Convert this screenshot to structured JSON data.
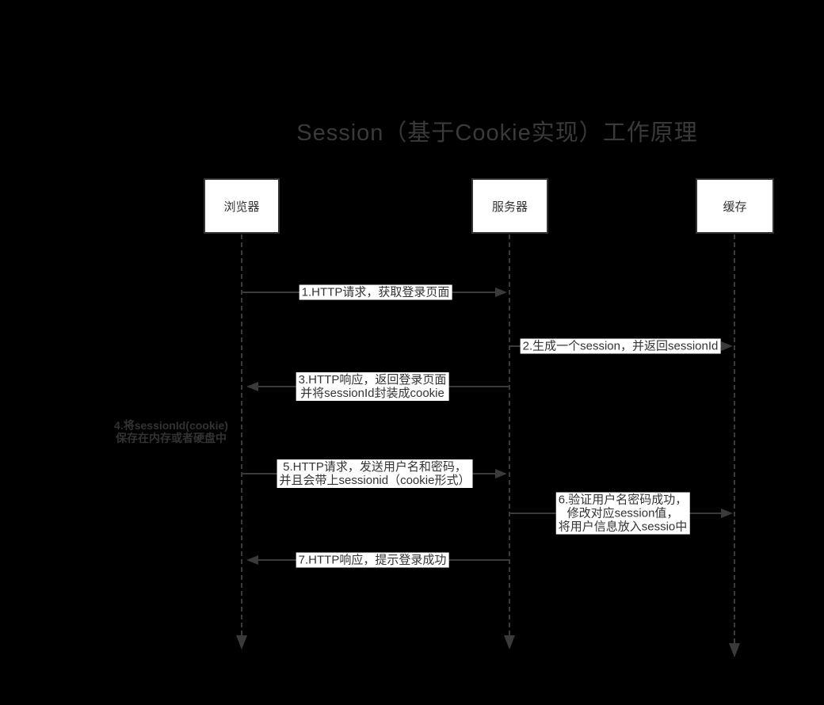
{
  "title": "Session（基于Cookie实现）工作原理",
  "actors": [
    {
      "id": "browser",
      "label": "浏览器"
    },
    {
      "id": "server",
      "label": "服务器"
    },
    {
      "id": "cache",
      "label": "缓存"
    }
  ],
  "messages": [
    {
      "seq": 1,
      "type": "message",
      "from": "browser",
      "to": "server",
      "lines": [
        "1.HTTP请求，获取登录页面"
      ]
    },
    {
      "seq": 2,
      "type": "message",
      "from": "server",
      "to": "cache",
      "lines": [
        "2.生成一个session，并返回sessionId"
      ]
    },
    {
      "seq": 3,
      "type": "message",
      "from": "server",
      "to": "browser",
      "lines": [
        "3.HTTP响应，返回登录页面",
        "并将sessionId封装成cookie"
      ]
    },
    {
      "seq": 4,
      "type": "note",
      "at": "browser",
      "lines": [
        "4.将sessionId(cookie)",
        "保存在内存或者硬盘中"
      ]
    },
    {
      "seq": 5,
      "type": "message",
      "from": "browser",
      "to": "server",
      "lines": [
        "5.HTTP请求，发送用户名和密码，",
        "并且会带上sessionid（cookie形式）"
      ]
    },
    {
      "seq": 6,
      "type": "message",
      "from": "server",
      "to": "cache",
      "lines": [
        "6.验证用户名密码成功，",
        "修改对应session值，",
        "将用户信息放入sessio中"
      ]
    },
    {
      "seq": 7,
      "type": "message",
      "from": "server",
      "to": "browser",
      "lines": [
        "7.HTTP响应，提示登录成功"
      ]
    }
  ],
  "colors": {
    "background": "#000000",
    "line": "#3a3a3a",
    "box_fill": "#ffffff",
    "box_border": "#333333",
    "text": "#333333",
    "label_bg": "#ffffff",
    "title": "#3a3a3a"
  }
}
